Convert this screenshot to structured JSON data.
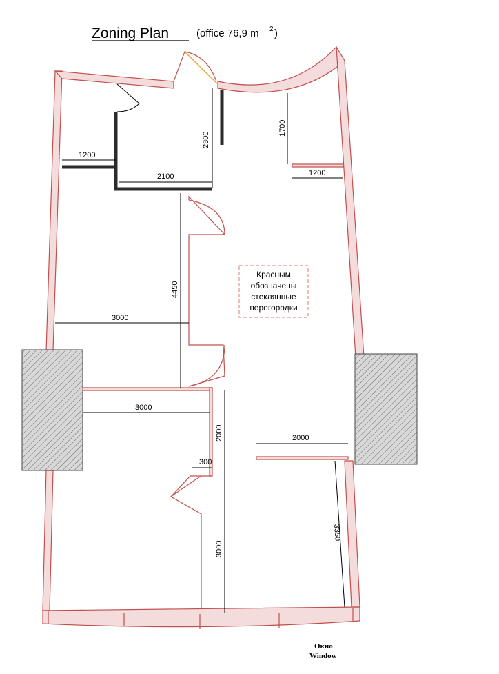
{
  "title": {
    "main": "Zoning Plan",
    "sub": "(office 76,9 m",
    "sup": "2",
    "close": ")"
  },
  "dimensions": {
    "d1200_left": "1200",
    "d2100": "2100",
    "d2300": "2300",
    "d1700": "1700",
    "d1200_right": "1200",
    "d4450": "4450",
    "d3000_upper": "3000",
    "d3000_lower": "3000",
    "d2000_vertical": "2000",
    "d2000_horizontal": "2000",
    "d300": "300",
    "d3000_vertical": "3000",
    "d3350": "3350"
  },
  "note": {
    "line1": "Красным",
    "line2": "обозначены",
    "line3": "стеклянные",
    "line4": "перегородки"
  },
  "window_label": {
    "ru": "Окно",
    "en": "Window"
  },
  "colors": {
    "glass": "#c0504d",
    "glass_fill": "#f4dcdc",
    "wall": "#2b2b2b",
    "column": "#d8d8d8"
  }
}
